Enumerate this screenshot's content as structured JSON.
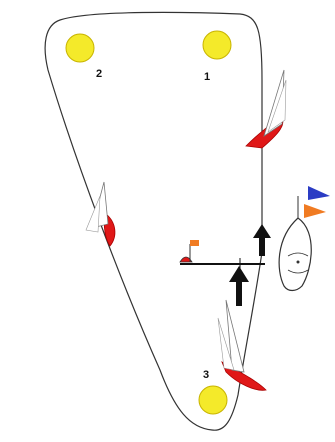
{
  "diagram": {
    "marks": [
      {
        "id": "mark-1",
        "label": "1"
      },
      {
        "id": "mark-2",
        "label": "2"
      },
      {
        "id": "mark-3",
        "label": "3"
      }
    ],
    "colors": {
      "buoy": "#f4ea2a",
      "buoy_stroke": "#c8b400",
      "hull": "#e01818",
      "sail": "#ffffff",
      "outline": "#333333",
      "flag_blue": "#2b3cc4",
      "flag_orange": "#f07b22",
      "pin_flag": "#f07b22"
    },
    "icons": [
      "race-course-outline",
      "start-line",
      "committee-boat",
      "pin-end-flag",
      "wind-arrow-icon",
      "sailboat-icon"
    ]
  }
}
